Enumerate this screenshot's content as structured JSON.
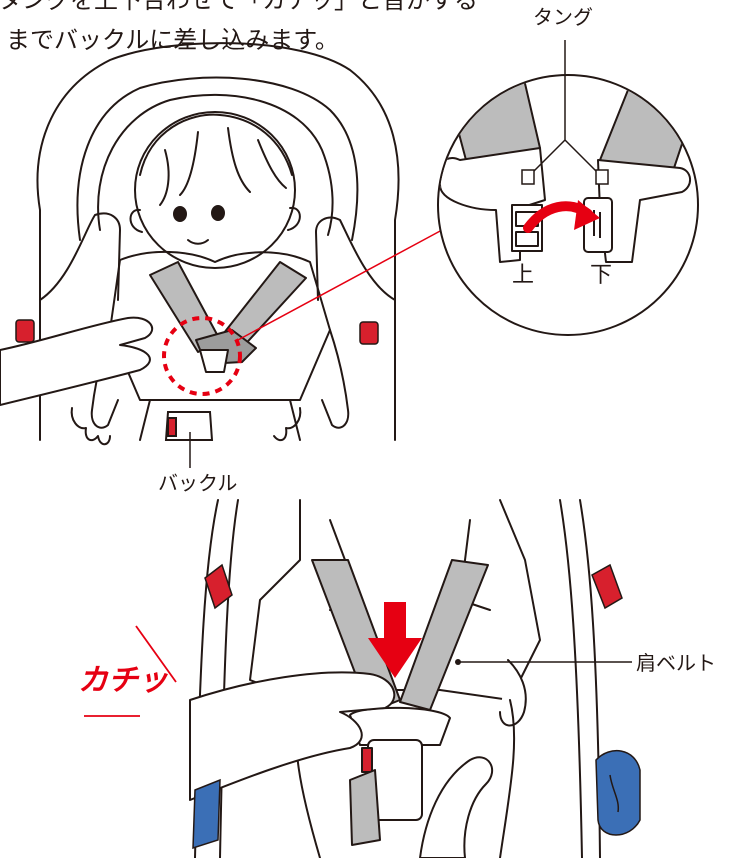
{
  "instruction": {
    "line1": "タングを上下合わせて「カチッ」と音がする",
    "line2": "までバックルに差し込みます。"
  },
  "labels": {
    "tongue": "タング",
    "up": "上",
    "down": "下",
    "buckle": "バックル",
    "shoulder_belt": "肩ベルト",
    "click_sound": "カチッ"
  },
  "colors": {
    "outline": "#231815",
    "belt_gray": "#bcbcbc",
    "belt_dark": "#9c9c9c",
    "accent_red": "#e60012",
    "latch_red": "#d7202d",
    "blue": "#3b6fb6"
  }
}
